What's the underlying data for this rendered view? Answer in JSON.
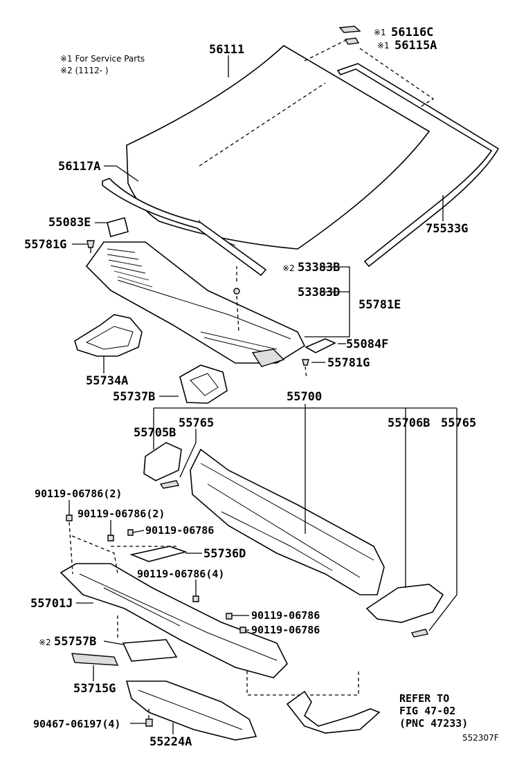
{
  "notes": {
    "note1": "※1 For Service Parts",
    "note2": "※2 (1112-      )"
  },
  "labels": {
    "p56116C": "56116C",
    "p56115A": "56115A",
    "p56111": "56111",
    "p56117A": "56117A",
    "p75533G": "75533G",
    "p55083E": "55083E",
    "p55781G_a": "55781G",
    "p53383B": "53383B",
    "p53383D": "53383D",
    "p55781E": "55781E",
    "p55084F": "55084F",
    "p55781G_b": "55781G",
    "p55734A": "55734A",
    "p55737B": "55737B",
    "p55700": "55700",
    "p55705B": "55705B",
    "p55765_a": "55765",
    "p55706B": "55706B",
    "p55765_b": "55765",
    "p90119_a": "90119-06786(2)",
    "p90119_b": "90119-06786(2)",
    "p90119_c": "90119-06786",
    "p55736D": "55736D",
    "p90119_d": "90119-06786(4)",
    "p55701J": "55701J",
    "p90119_e": "90119-06786",
    "p90119_f": "90119-06786",
    "p55757B": "55757B",
    "p53715G": "53715G",
    "p90467": "90467-06197(4)",
    "p55224A": "55224A"
  },
  "marks": {
    "m1_a": "※1",
    "m1_b": "※1",
    "m2_a": "※2",
    "m2_b": "※2"
  },
  "refer": {
    "line1": "REFER TO",
    "line2": "FIG 47-02",
    "line3": "(PNC 47233)"
  },
  "diagram_id": "552307F"
}
